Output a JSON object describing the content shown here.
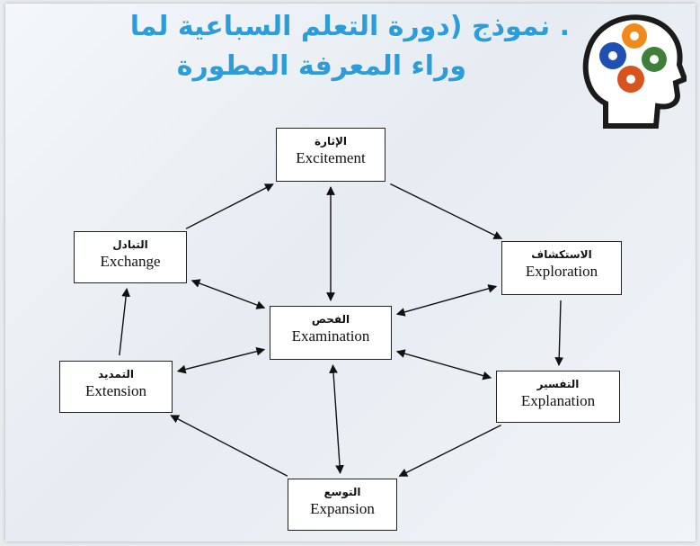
{
  "title": {
    "line1": ". نموذج (دورة التعلم السباعية لما",
    "line2": "وراء المعرفة المطورة"
  },
  "logo": {
    "icon": "brain-gears-icon"
  },
  "nodes": {
    "excitement": {
      "ar": "الإثارة",
      "en": "Excitement"
    },
    "exploration": {
      "ar": "الاستكشاف",
      "en": "Exploration"
    },
    "explanation": {
      "ar": "التفسير",
      "en": "Explanation"
    },
    "expansion": {
      "ar": "التوسع",
      "en": "Expansion"
    },
    "extension": {
      "ar": "التمديد",
      "en": "Extension"
    },
    "exchange": {
      "ar": "التبادل",
      "en": "Exchange"
    },
    "examination": {
      "ar": "الفحص",
      "en": "Examination"
    }
  },
  "edges": [
    {
      "from": "excitement",
      "to": "exploration",
      "both": false
    },
    {
      "from": "exploration",
      "to": "explanation",
      "both": false
    },
    {
      "from": "explanation",
      "to": "expansion",
      "both": false
    },
    {
      "from": "expansion",
      "to": "extension",
      "both": false
    },
    {
      "from": "extension",
      "to": "exchange",
      "both": false
    },
    {
      "from": "exchange",
      "to": "excitement",
      "both": false
    },
    {
      "from": "excitement",
      "to": "examination",
      "both": true
    },
    {
      "from": "exploration",
      "to": "examination",
      "both": true
    },
    {
      "from": "explanation",
      "to": "examination",
      "both": true
    },
    {
      "from": "expansion",
      "to": "examination",
      "both": true
    },
    {
      "from": "extension",
      "to": "examination",
      "both": true
    },
    {
      "from": "exchange",
      "to": "examination",
      "both": true
    }
  ],
  "colors": {
    "title": "#2d9cdb",
    "box_border": "#222222",
    "arrow": "#111111"
  }
}
